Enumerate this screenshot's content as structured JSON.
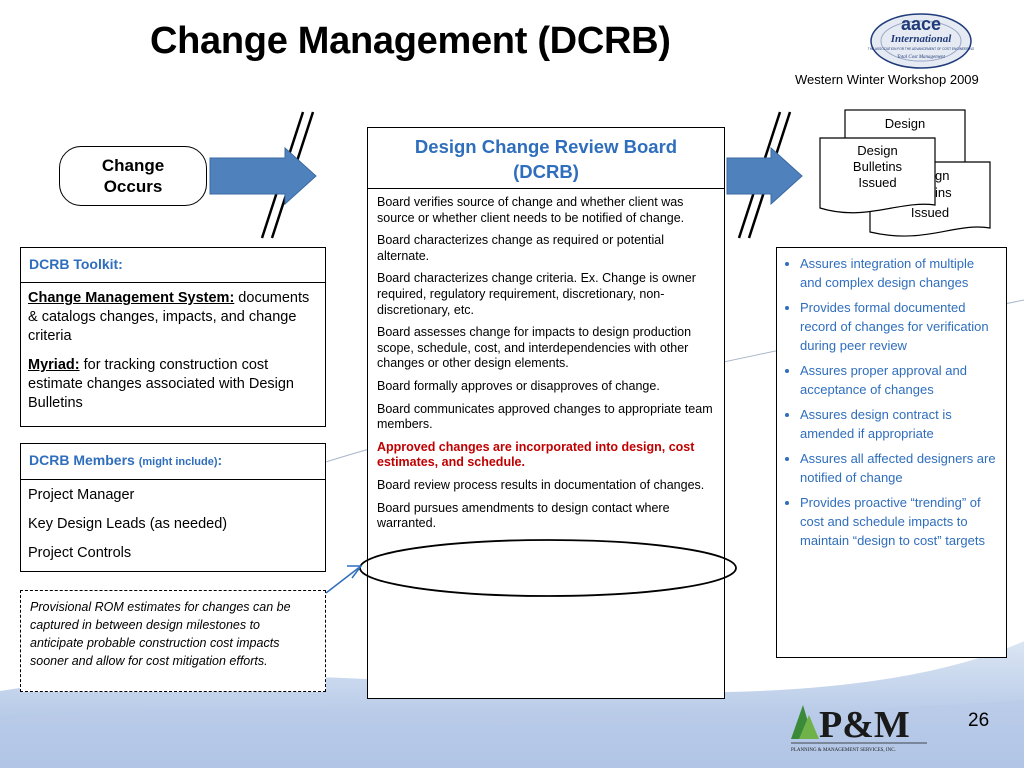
{
  "title": "Change Management (DCRB)",
  "workshop": "Western Winter Workshop 2009",
  "aace_logo": {
    "brand": "aace",
    "sub": "International",
    "tagline": "THE ASSOCIATION FOR THE ADVANCEMENT OF COST ENGINEERING",
    "motto": "Total Cost Management"
  },
  "change_occurs": {
    "line1": "Change",
    "line2": "Occurs"
  },
  "toolkit": {
    "heading": "DCRB Toolkit:",
    "items": [
      {
        "term": "Change Management System:",
        "text": " documents & catalogs changes, impacts, and change criteria"
      },
      {
        "term": "Myriad:",
        "text": " for tracking construction cost estimate changes associated with Design Bulletins"
      }
    ]
  },
  "members": {
    "heading": "DCRB Members",
    "heading_small": "(might include)",
    "heading_colon": ":",
    "items": [
      "Project Manager",
      "Key Design Leads (as needed)",
      "Project Controls"
    ]
  },
  "rom_note": "Provisional ROM estimates for changes can be captured in between design milestones to anticipate probable construction cost impacts sooner and allow for cost mitigation efforts.",
  "dcrb": {
    "heading_line1": "Design Change Review Board",
    "heading_line2": "(DCRB)",
    "items": [
      "Board verifies source of change and whether client was source or whether client needs to be notified of change.",
      "Board characterizes change as required or potential alternate.",
      "Board characterizes change criteria. Ex. Change is owner required, regulatory requirement, discretionary, non-discretionary, etc.",
      "Board assesses change for impacts to design production scope, schedule, cost, and interdependencies with other changes or other design elements.",
      "Board formally approves or disapproves of change.",
      "Board communicates approved changes to appropriate team members.",
      "Approved changes are incorporated into design, cost estimates, and schedule.",
      "Board review process results in documentation of changes.",
      "Board pursues amendments to design contact where warranted."
    ]
  },
  "bulletins": {
    "back_top": "Design",
    "back_mid": "gn",
    "back_mid2": "ins",
    "back_bottom": "Issued",
    "front": [
      "Design",
      "Bulletins",
      "Issued"
    ]
  },
  "benefits": [
    "Assures integration of multiple and complex design changes",
    "Provides formal documented record of changes for verification during peer review",
    "Assures proper approval and acceptance of changes",
    "Assures design contract is amended if appropriate",
    "Assures all affected designers are notified of change",
    "Provides proactive “trending” of cost and schedule impacts to maintain “design to cost” targets"
  ],
  "slide_number": "26",
  "pm_logo": {
    "brand": "P&M",
    "sub": "PLANNING & MANAGEMENT SERVICES, INC."
  },
  "colors": {
    "accent_blue": "#2f6ebd",
    "arrow_blue": "#4f81bd",
    "highlight_red": "#c00000"
  }
}
